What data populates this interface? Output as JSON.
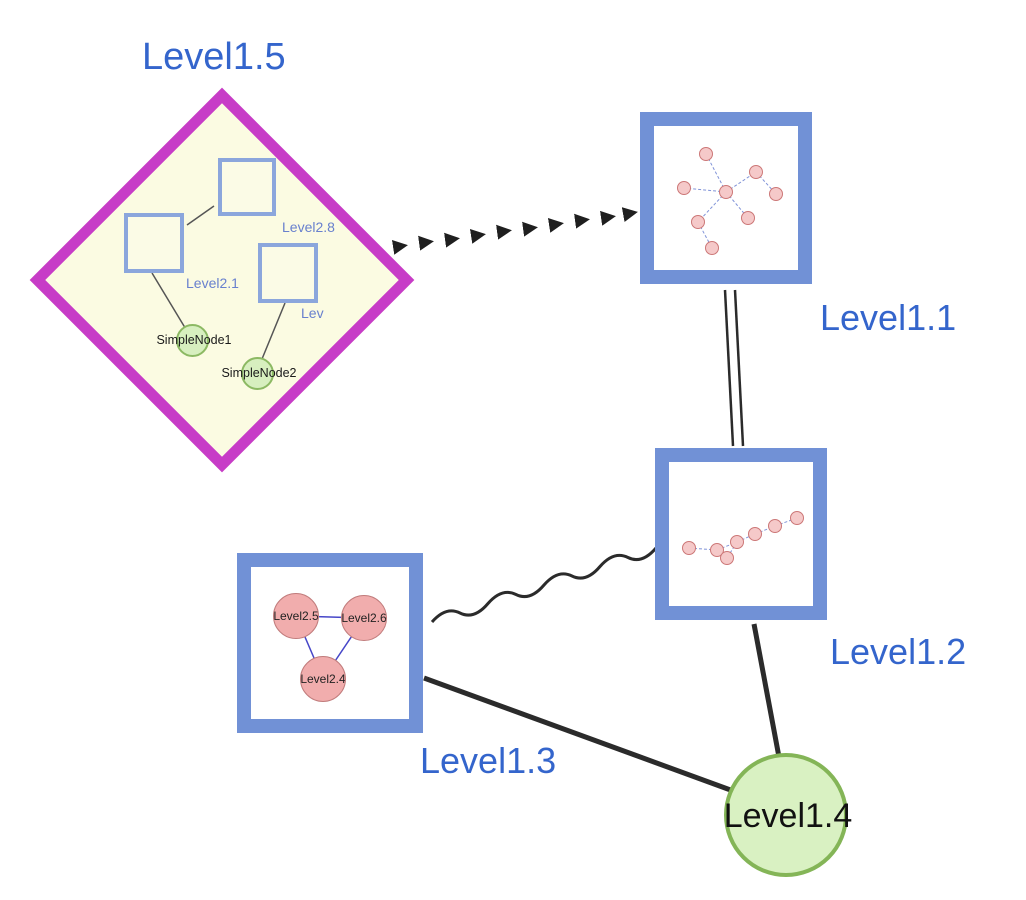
{
  "nodes": {
    "level15": "Level1.5",
    "level11": "Level1.1",
    "level12": "Level1.2",
    "level13": "Level1.3",
    "level14": "Level1.4"
  },
  "level15_contents": {
    "level28": "Level2.8",
    "level21": "Level2.1",
    "lev": "Lev",
    "simplenode1": "SimpleNode1",
    "simplenode2": "SimpleNode2"
  },
  "level13_contents": {
    "level25": "Level2.5",
    "level26": "Level2.6",
    "level24": "Level2.4"
  },
  "colors": {
    "label_blue": "#3465cc",
    "diamond_border": "#c73cc7",
    "diamond_fill": "#fbfbe2",
    "frame_border": "#7191d6",
    "square_border": "#8ba6dc",
    "green_fill": "#d7efbf",
    "green_border": "#8cb963",
    "pink_fill": "#f1adad",
    "edge_black": "#2b2b2b",
    "mini_edge_blue": "#8093d8"
  }
}
